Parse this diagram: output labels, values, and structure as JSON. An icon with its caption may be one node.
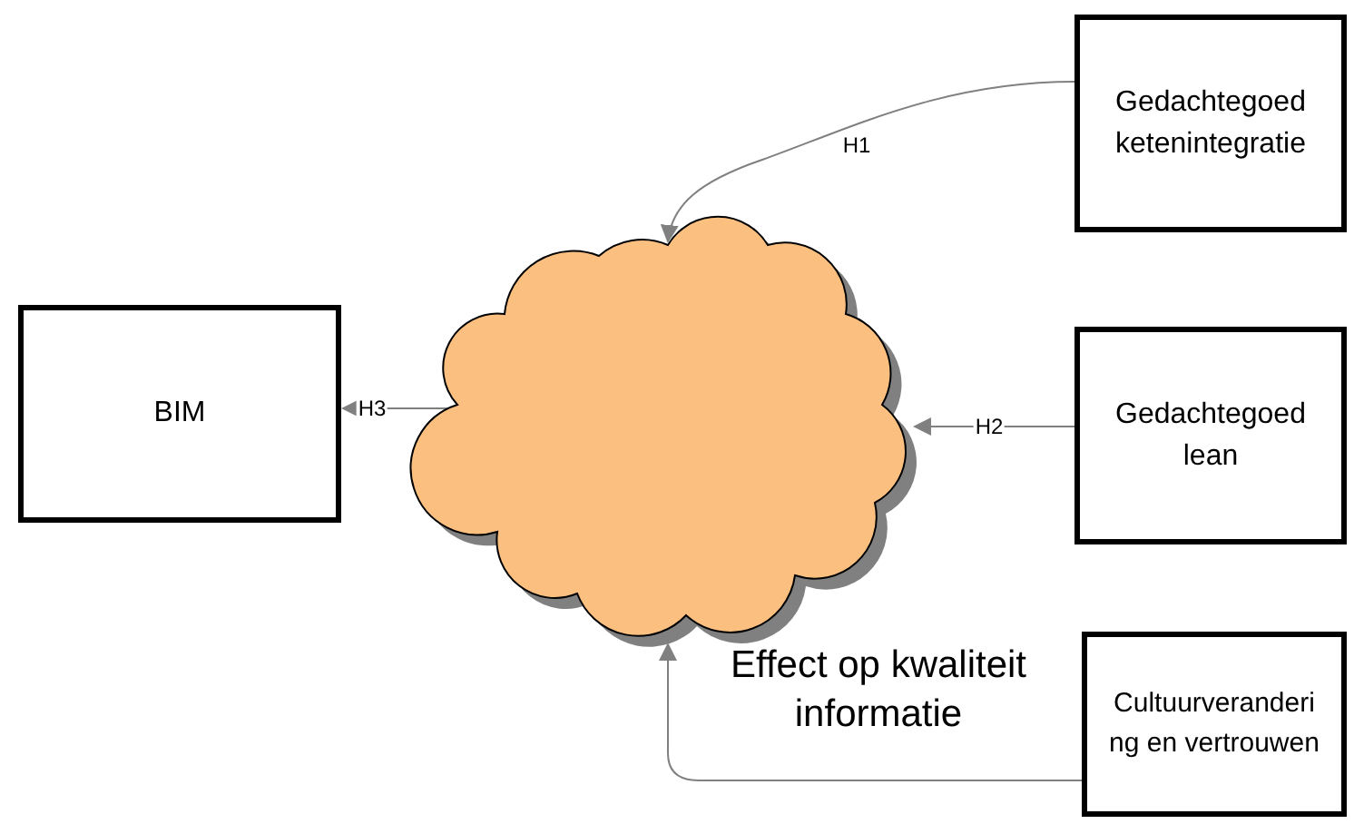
{
  "diagram": {
    "nodes": [
      {
        "text": [
          "Gedachtegoed ketenintegratie"
        ]
      },
      {
        "text": [
          "BIM"
        ]
      },
      {
        "text": [
          "Effect op kwaliteit informatie"
        ]
      },
      {
        "text": [
          "Gedachtegoed lean"
        ]
      },
      {
        "text": [
          "Cultuurverandering en vertrouwen"
        ]
      }
    ],
    "edges": [
      {
        "from": 0,
        "to": 2,
        "arrow": "to",
        "label": "H1"
      },
      {
        "from": 3,
        "to": 2,
        "arrow": "to",
        "label": "H2"
      },
      {
        "from": 2,
        "to": 1,
        "arrow": "to",
        "label": "H3"
      },
      {
        "from": 4,
        "to": 2,
        "arrow": "to"
      }
    ]
  }
}
